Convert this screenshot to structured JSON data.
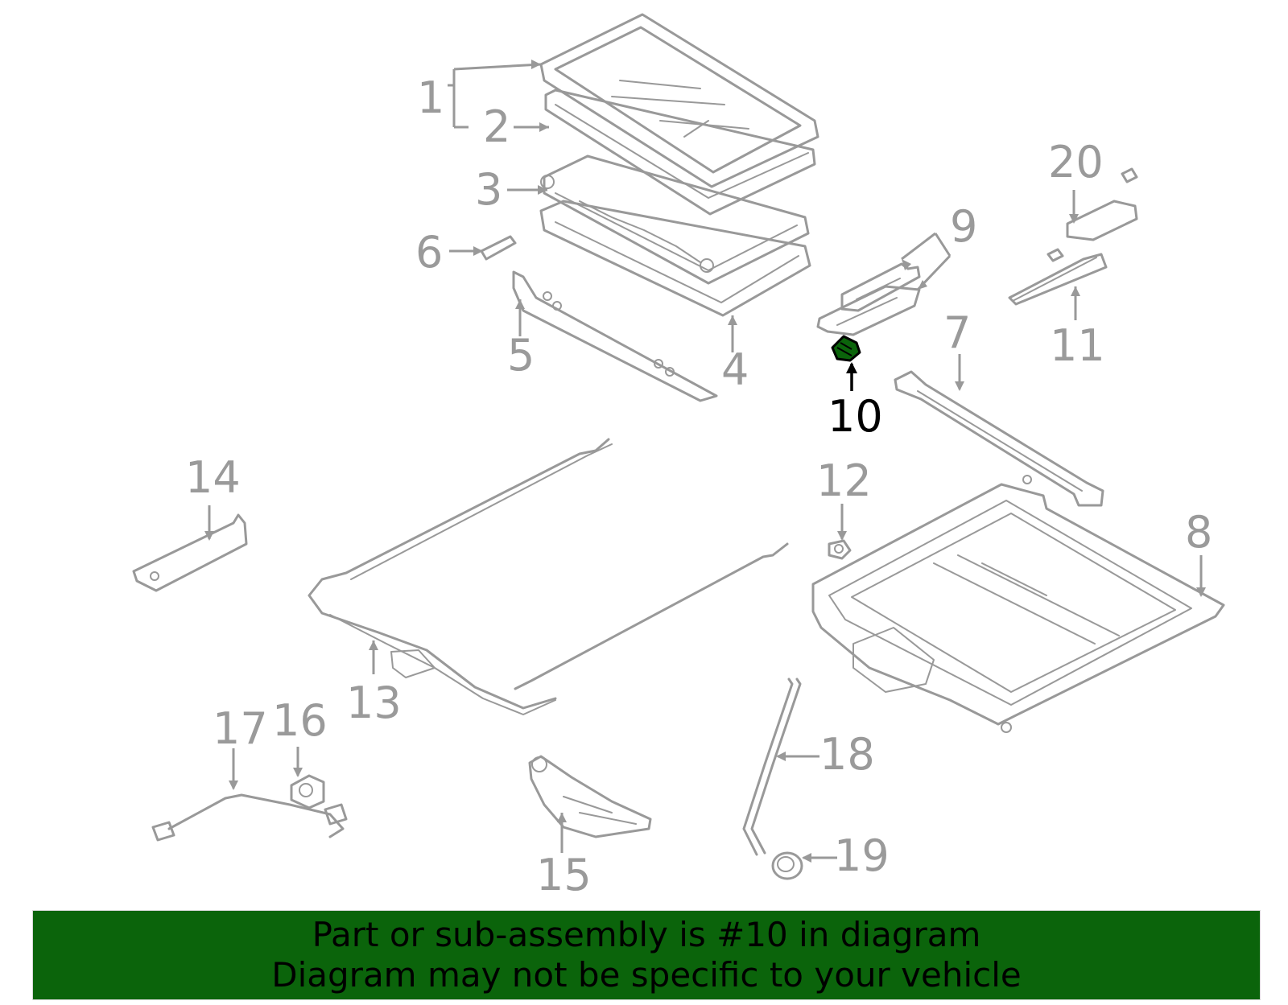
{
  "callouts": {
    "c1": "1",
    "c2": "2",
    "c3": "3",
    "c4": "4",
    "c5": "5",
    "c6": "6",
    "c7": "7",
    "c8": "8",
    "c9": "9",
    "c10": "10",
    "c11": "11",
    "c12": "12",
    "c13": "13",
    "c14": "14",
    "c15": "15",
    "c16": "16",
    "c17": "17",
    "c18": "18",
    "c19": "19",
    "c20": "20"
  },
  "highlighted_part": "10",
  "colors": {
    "part_line": "#999999",
    "highlight": "#0b640b",
    "banner": "#0b640b",
    "text": "#000000"
  },
  "footer": {
    "line1": "Part or sub-assembly is #10 in diagram",
    "line2": "Diagram may not be specific to your vehicle"
  }
}
